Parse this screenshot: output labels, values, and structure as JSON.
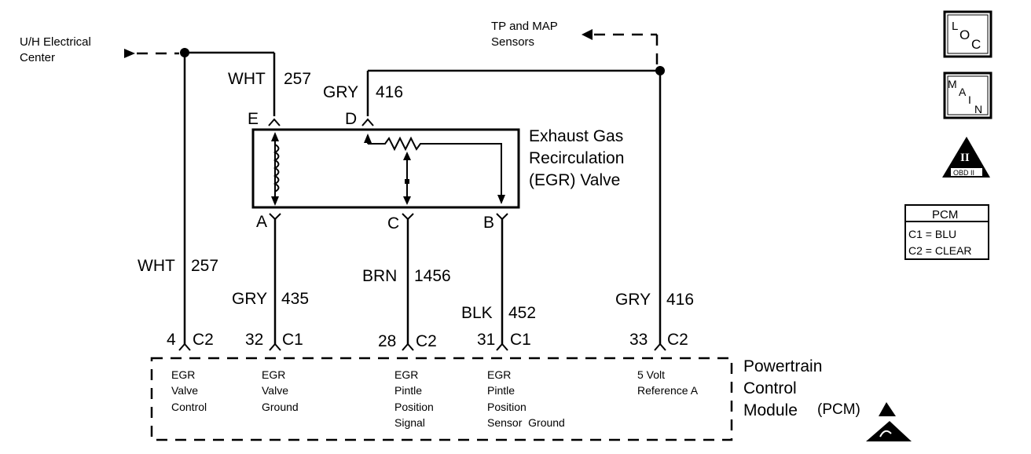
{
  "source": {
    "line1": "U/H Electrical",
    "line2": "Center"
  },
  "sensors": {
    "line1": "TP and MAP",
    "line2": "Sensors"
  },
  "valve": {
    "line1": "Exhaust Gas",
    "line2": "Recirculation",
    "line3": "(EGR) Valve",
    "pin_e": "E",
    "pin_d": "D",
    "pin_a": "A",
    "pin_c": "C",
    "pin_b": "B"
  },
  "wires": {
    "wht_top": {
      "color": "WHT",
      "circuit": "257"
    },
    "gry_top": {
      "color": "GRY",
      "circuit": "416"
    },
    "wht_left": {
      "color": "WHT",
      "circuit": "257"
    },
    "gry_435": {
      "color": "GRY",
      "circuit": "435"
    },
    "brn_1456": {
      "color": "BRN",
      "circuit": "1456"
    },
    "blk_452": {
      "color": "BLK",
      "circuit": "452"
    },
    "gry_416": {
      "color": "GRY",
      "circuit": "416"
    }
  },
  "pcm_pins": [
    {
      "num": "4",
      "conn": "C2"
    },
    {
      "num": "32",
      "conn": "C1"
    },
    {
      "num": "28",
      "conn": "C2"
    },
    {
      "num": "31",
      "conn": "C1"
    },
    {
      "num": "33",
      "conn": "C2"
    }
  ],
  "pcm_functions": {
    "f1": [
      "EGR",
      "Valve",
      "Control"
    ],
    "f2": [
      "EGR",
      "Valve",
      "Ground"
    ],
    "f3": [
      "EGR",
      "Pintle",
      "Position",
      "Signal"
    ],
    "f4": [
      "EGR",
      "Pintle",
      "Position",
      "Sensor  Ground"
    ],
    "f5": [
      "5 Volt",
      "Reference A"
    ]
  },
  "pcm": {
    "line1": "Powertrain",
    "line2": "Control",
    "line3": "Module",
    "abbr": "(PCM)"
  },
  "sidebar": {
    "loc": {
      "l1": "L",
      "l2": "O",
      "l3": "C"
    },
    "main": {
      "l1": "M",
      "l2": "A",
      "l3": "I",
      "l4": "N"
    },
    "obd": {
      "numeral": "II",
      "label": "OBD II"
    },
    "legend": {
      "title": "PCM",
      "c1": "C1 = BLU",
      "c2": "C2 = CLEAR"
    }
  }
}
